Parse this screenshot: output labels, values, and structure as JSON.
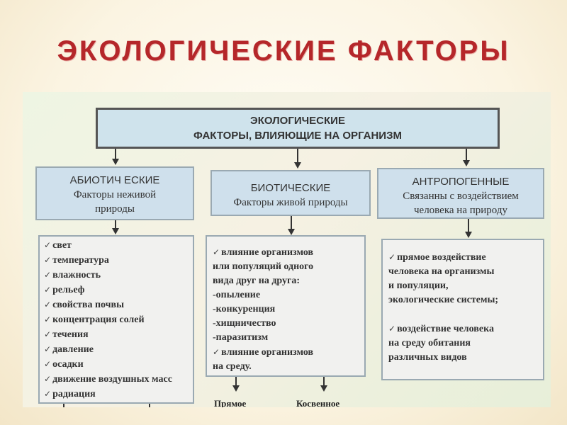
{
  "title": "ЭКОЛОГИЧЕСКИЕ ФАКТОРЫ",
  "root": {
    "line1": "ЭКОЛОГИЧЕСКИЕ",
    "line2": "ФАКТОРЫ, ВЛИЯЮЩИЕ НА ОРГАНИЗМ"
  },
  "categories": [
    {
      "head": "АБИОТИЧ ЕСКИЕ",
      "desc1": "Факторы неживой",
      "desc2": "природы"
    },
    {
      "head": "БИОТИЧЕСКИЕ",
      "desc1": "Факторы живой природы",
      "desc2": ""
    },
    {
      "head": "АНТРОПОГЕННЫЕ",
      "desc1": "Связанны с воздействием",
      "desc2": "человека на природу"
    }
  ],
  "abiotic_items": [
    "свет",
    "температура",
    "влажность",
    "рельеф",
    "свойства почвы",
    "концентрация солей",
    "течения",
    "давление",
    "осадки",
    "движение воздушных масс",
    "радиация"
  ],
  "biotic_items": {
    "i1": "влияние организмов\nили популяций одного\nвида друг на друга:",
    "i2": "-опыление",
    "i3": "-конкуренция",
    "i4": "-хищничество",
    "i5": "-паразитизм",
    "i6": "влияние организмов\nна среду."
  },
  "anthropogenic_items": {
    "i1": "прямое воздействие\nчеловека на организмы\nи популяции,\nэкологические системы;",
    "i2": "воздействие человека\nна среду обитания\nразличных видов"
  },
  "bottom_labels": {
    "left": "Прямое",
    "right": "Косвенное"
  },
  "check_glyph": "✓"
}
